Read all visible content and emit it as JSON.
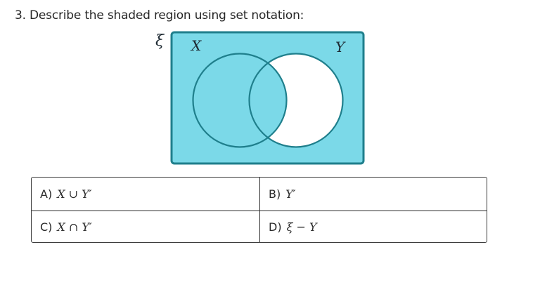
{
  "question": {
    "number": "3.",
    "text": "3. Describe the shaded region using set notation:"
  },
  "venn": {
    "universal_symbol": "ξ",
    "set_labels": {
      "left": "X",
      "right": "Y"
    },
    "colors": {
      "shaded_fill": "#7bd9e8",
      "outline": "#1f7f8c",
      "unshaded_fill": "#ffffff"
    },
    "shaded_region_description": "Everything except Y minus X (i.e. universal set with the part of Y outside X left white)"
  },
  "options": [
    {
      "letter": "A)",
      "expression": "X ∪ Y′"
    },
    {
      "letter": "B)",
      "expression": "Y′"
    },
    {
      "letter": "C)",
      "expression": "X ∩ Y′"
    },
    {
      "letter": "D)",
      "expression": "ξ − Y"
    }
  ]
}
